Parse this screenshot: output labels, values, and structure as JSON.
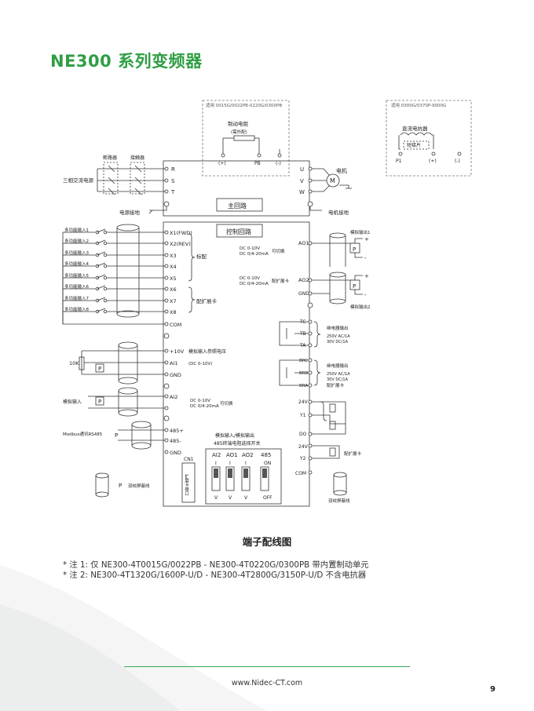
{
  "page": {
    "title": "NE300 系列变频器",
    "caption": "端子配线图",
    "note1": "* 注 1:   仅 NE300-4T0015G/0022PB - NE300-4T0220G/0300PB  带内置制动单元",
    "note2": "* 注 2:   NE300-4T1320G/1600P-U/D - NE300-4T2800G/3150P-U/D  不含电抗器",
    "footer_url": "www.Nidec-CT.com",
    "page_number": "9",
    "accent_color": "#2f9e44"
  },
  "diagram": {
    "power": {
      "applicable_brake": "适用 0015G/0022PB-0220G/0300PB",
      "applicable_reactor": "适用 0300G/0370P-9000G",
      "brake_resistor": "制动电阻",
      "external": "(需外配)",
      "plus": "(+)",
      "pb": "PB",
      "minus": "(-)",
      "breaker": "断路器",
      "contactor": "接触器",
      "three_phase_supply": "三相交流电源",
      "power_ground": "电源接地",
      "motor_ground": "电机接地",
      "motor": "电机",
      "motor_symbol": "M",
      "main_circuit": "主回路",
      "terminals_in": [
        "R",
        "S",
        "T"
      ],
      "terminals_out": [
        "U",
        "V",
        "W"
      ],
      "dc_reactor": "直流电抗器",
      "short_bar": "短接片",
      "p1": "P1"
    },
    "control": {
      "control_circuit": "控制回路",
      "inputs": [
        "多功能输入1",
        "多功能输入2",
        "多功能输入3",
        "多功能输入4",
        "多功能输入5",
        "多功能输入6",
        "多功能输入7",
        "多功能输入8"
      ],
      "x_terminals": [
        "X1(FWD)",
        "X2(REV)",
        "X3",
        "X4",
        "X5",
        "X6",
        "X7",
        "X8",
        "COM"
      ],
      "standard": "标配",
      "expansion": "配扩展卡",
      "ref_voltage": "模拟输入参照电压",
      "ten_v": "+10V",
      "ai1": "AI1",
      "gnd": "GND",
      "ai2": "AI2",
      "dc_0_10v": "(DC 0-10V)",
      "pot": "10K",
      "p_label": "P",
      "analog_input": "模拟输入",
      "modbus": "Modbus通讯RS485",
      "r485p": "485+",
      "r485m": "485-",
      "dc_range_1": "DC   0-10V",
      "dc_range_2": "DC 0/4-20mA",
      "switchable": "可切换",
      "ao1": "AO1",
      "ao2": "AO2",
      "analog_output_1": "模拟输出1",
      "analog_output_2": "模拟输出2",
      "relay_output": "继电器输出",
      "relay_rating_1": "250V  AC/1A",
      "relay_rating_2": "30V   DC/1A",
      "ta_tb_tc": [
        "TC",
        "TB",
        "TA"
      ],
      "brc_brb_bra": [
        "BRC",
        "BRB",
        "BRA"
      ],
      "v24": "24V",
      "y1": "Y1",
      "do": "DO",
      "y2": "Y2",
      "com": "COM",
      "switch_title_1": "模拟输入/模拟输出",
      "switch_title_2": "485终端电阻选择开关",
      "switches": [
        "AI2",
        "AO1",
        "AO2",
        "485"
      ],
      "switch_top": [
        "I",
        "I",
        "I",
        "ON"
      ],
      "switch_bottom": [
        "V",
        "V",
        "V",
        "OFF"
      ],
      "cn1": "CN1",
      "expansion_port": "扩展卡接口",
      "twisted_shield": "双绞屏蔽线",
      "plus_sign": "+",
      "minus_sign": "-"
    }
  }
}
